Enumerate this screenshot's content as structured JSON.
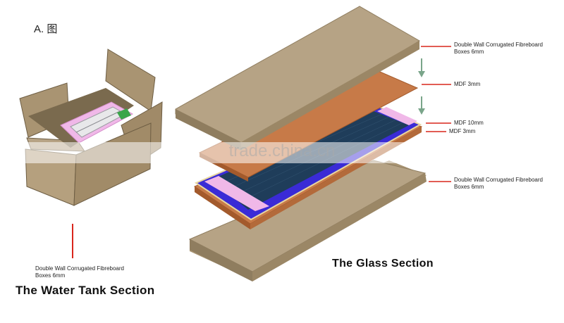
{
  "corner_label": "A. 图",
  "labels": {
    "top_board": [
      "Double Wall Corrugated Fibreboard",
      "Boxes   6mm"
    ],
    "mdf_top": "MDF   3mm",
    "mdf_mid": "MDF   10mm",
    "mdf_low": "MDF   3mm",
    "bottom_board": [
      "Double Wall Corrugated Fibreboard",
      "Boxes   6mm"
    ],
    "tank_board": [
      "Double Wall Corrugated Fibreboard",
      "Boxes   6mm"
    ]
  },
  "section_titles": {
    "water_tank": "The Water Tank Section",
    "glass": "The Glass Section"
  },
  "watermark": "trade.china.cn",
  "colors": {
    "cardboard": "#b29f80",
    "cardboard_dark": "#8f7d5f",
    "mdf": "#c77a48",
    "mdf_edge": "#a35a2c",
    "frame_blue": "#3a2bd6",
    "glass": "#1f3d5a",
    "leader_red": "#d9261c",
    "arrow_green": "#7aa58a",
    "foam_pink": "#f0b8e8"
  }
}
